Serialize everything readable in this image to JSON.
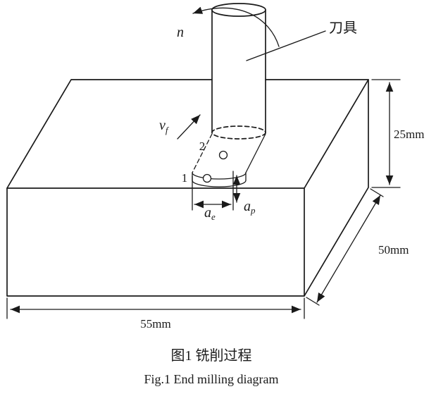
{
  "figure": {
    "caption_cn": "图1  铣削过程",
    "caption_en": "Fig.1  End milling diagram"
  },
  "annotations": {
    "tool_label": "刀具",
    "spindle_speed": "n",
    "feed_main": "v",
    "feed_sub": "f",
    "point_1": "1",
    "point_2": "2"
  },
  "dimensions": {
    "height": "25mm",
    "depth": "50mm",
    "length": "55mm",
    "radial_main": "a",
    "radial_sub": "e",
    "axial_main": "a",
    "axial_sub": "p"
  },
  "colors": {
    "line": "#1a1a1a",
    "background": "#ffffff"
  }
}
